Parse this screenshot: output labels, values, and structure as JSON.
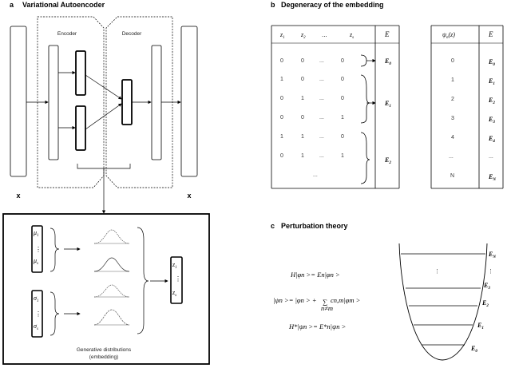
{
  "panel_a": {
    "letter": "a",
    "title": "Variational Autoencoder",
    "encoder_label": "Encoder",
    "decoder_label": "Decoder",
    "input_label": "x",
    "output_label": "x",
    "mu_top": "μ",
    "mu_top_sub": "1",
    "mu_dots": "⋮",
    "mu_bottom": "μ",
    "mu_bottom_sub": "s",
    "sigma_top": "σ",
    "sigma_top_sub": "1",
    "sigma_dots": "⋮",
    "sigma_bottom": "σ",
    "sigma_bottom_sub": "s",
    "z_top": "z",
    "z_top_sub": "1",
    "z_dots": "⋮",
    "z_bottom": "z",
    "z_bottom_sub": "s",
    "caption_line1": "Generative distributions",
    "caption_line2": "(embedding)"
  },
  "panel_b": {
    "letter": "b",
    "title": "Degeneracy of the embedding",
    "headers": [
      "z",
      "z",
      "...",
      "z"
    ],
    "header_subs": [
      "1",
      "2",
      "",
      "s"
    ],
    "energy_header": "E",
    "rows": [
      [
        "0",
        "0",
        "...",
        "0"
      ],
      [
        "1",
        "0",
        "...",
        "0"
      ],
      [
        "0",
        "1",
        "...",
        "0"
      ],
      [
        "0",
        "0",
        "...",
        "1"
      ],
      [
        "1",
        "1",
        "...",
        "0"
      ],
      [
        "0",
        "1",
        "...",
        "1"
      ],
      [
        "",
        "...",
        "",
        ""
      ]
    ],
    "group_labels": [
      "E",
      "E",
      "E"
    ],
    "group_subs": [
      "0",
      "1",
      "2"
    ],
    "right_table": {
      "header_psi": "ψ",
      "header_psi_sub": "n",
      "header_psi_arg": "(z)",
      "header_energy": "E",
      "n_values": [
        "0",
        "1",
        "2",
        "3",
        "4",
        "...",
        "N"
      ],
      "energies": [
        "E",
        "E",
        "E",
        "E",
        "E",
        "...",
        "E"
      ],
      "energy_subs": [
        "0",
        "1",
        "2",
        "3",
        "4",
        "",
        "N"
      ]
    }
  },
  "panel_c": {
    "letter": "c",
    "title": "Perturbation theory",
    "eq1": "H|φn >= En|φn >",
    "eq2_left": "|ψn >= |φn > +",
    "eq2_sum": "∑",
    "eq2_sum_sub": "n≠m",
    "eq2_right": "cn,m|φm >",
    "eq3": "H*|ψn >= E*n|ψn >",
    "level_labels": [
      "E",
      "E",
      "E",
      "E",
      "E"
    ],
    "level_subs": [
      "N",
      "3",
      "2",
      "1",
      "0"
    ],
    "level_dots": "⋮",
    "level_dots_left": "⋮"
  }
}
